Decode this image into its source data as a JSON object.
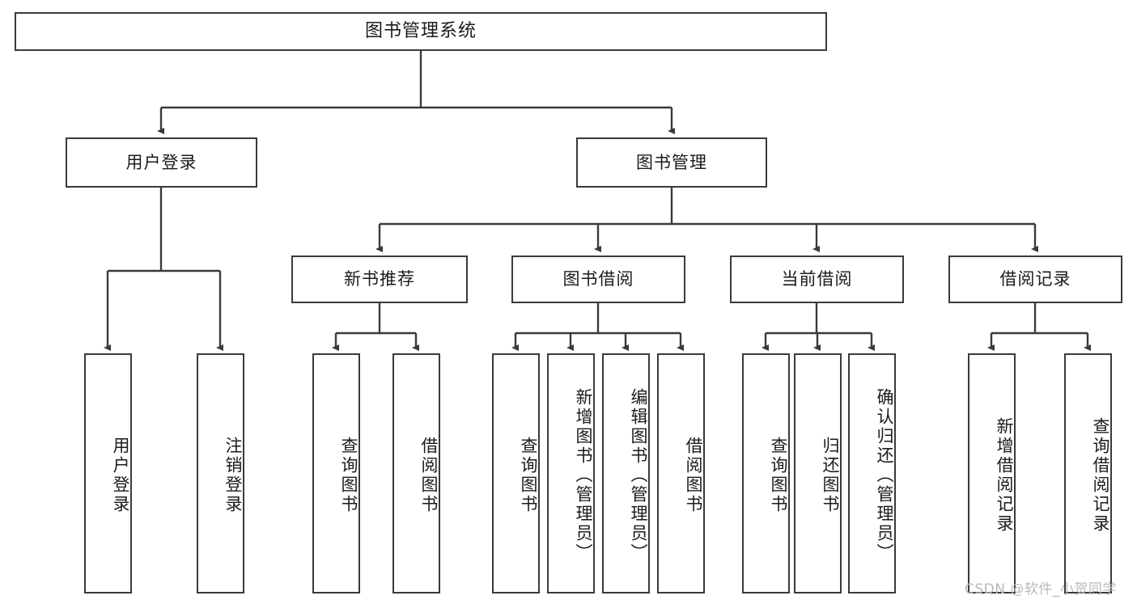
{
  "diagram": {
    "type": "tree-hierarchy",
    "title": "图书管理系统",
    "watermark": "CSDN @软件_小贺同学",
    "colors": {
      "box_border": "#3a3a3a",
      "box_fill": "#ffffff",
      "connector": "#3a3a3a",
      "text": "#1b1b1b",
      "watermark": "#b9b9b9",
      "background": "#ffffff"
    },
    "root": {
      "label": "图书管理系统"
    },
    "level2": [
      {
        "id": "user-login",
        "label": "用户登录"
      },
      {
        "id": "book-manage",
        "label": "图书管理"
      }
    ],
    "level3": [
      {
        "id": "new-book-recommend",
        "label": "新书推荐"
      },
      {
        "id": "book-borrow",
        "label": "图书借阅"
      },
      {
        "id": "current-borrow",
        "label": "当前借阅"
      },
      {
        "id": "borrow-record",
        "label": "借阅记录"
      }
    ],
    "leaves": {
      "user_login": [
        {
          "id": "leaf-user-login",
          "label": "用户登录"
        },
        {
          "id": "leaf-logout-login",
          "label": "注销登录"
        }
      ],
      "new_book_recommend": [
        {
          "id": "leaf-query-book-1",
          "label": "查询图书"
        },
        {
          "id": "leaf-borrow-book-1",
          "label": "借阅图书"
        }
      ],
      "book_borrow": [
        {
          "id": "leaf-query-book-2",
          "label": "查询图书"
        },
        {
          "id": "leaf-add-book",
          "label": "新增图书（管理员）"
        },
        {
          "id": "leaf-edit-book",
          "label": "编辑图书（管理员）"
        },
        {
          "id": "leaf-borrow-book-2",
          "label": "借阅图书"
        }
      ],
      "current_borrow": [
        {
          "id": "leaf-query-book-3",
          "label": "查询图书"
        },
        {
          "id": "leaf-return-book",
          "label": "归还图书"
        },
        {
          "id": "leaf-confirm-return",
          "label": "确认归还（管理员）"
        }
      ],
      "borrow_record": [
        {
          "id": "leaf-add-record",
          "label": "新增借阅记录"
        },
        {
          "id": "leaf-query-record",
          "label": "查询借阅记录"
        }
      ]
    }
  }
}
